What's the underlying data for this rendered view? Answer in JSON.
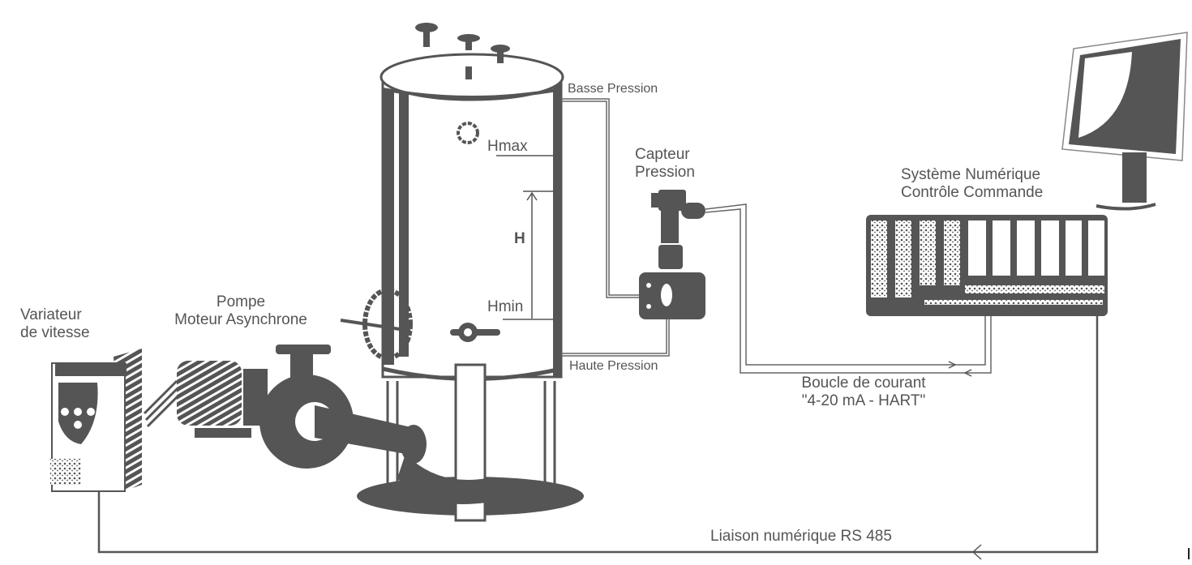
{
  "diagram": {
    "title": "Régulation de niveau — cuve sous pression",
    "colors": {
      "ink": "#555555",
      "background": "#ffffff",
      "line_light": "#888888"
    },
    "components": {
      "tank": {
        "labels": {
          "hmax": "Hmax",
          "hmin": "Hmin",
          "h": "H",
          "low_pressure": "Basse Pression",
          "high_pressure": "Haute Pression"
        }
      },
      "pressure_sensor": {
        "line1": "Capteur",
        "line2": "Pression"
      },
      "control_system": {
        "line1": "Système Numérique",
        "line2": "Contrôle Commande"
      },
      "pump": {
        "line1": "Pompe",
        "line2": "Moteur Asynchrone"
      },
      "drive": {
        "line1": "Variateur",
        "line2": "de vitesse"
      }
    },
    "links": {
      "current_loop": {
        "line1": "Boucle de courant",
        "line2": "\"4-20 mA - HART\""
      },
      "digital_link": {
        "label": "Liaison numérique RS 485"
      }
    }
  }
}
